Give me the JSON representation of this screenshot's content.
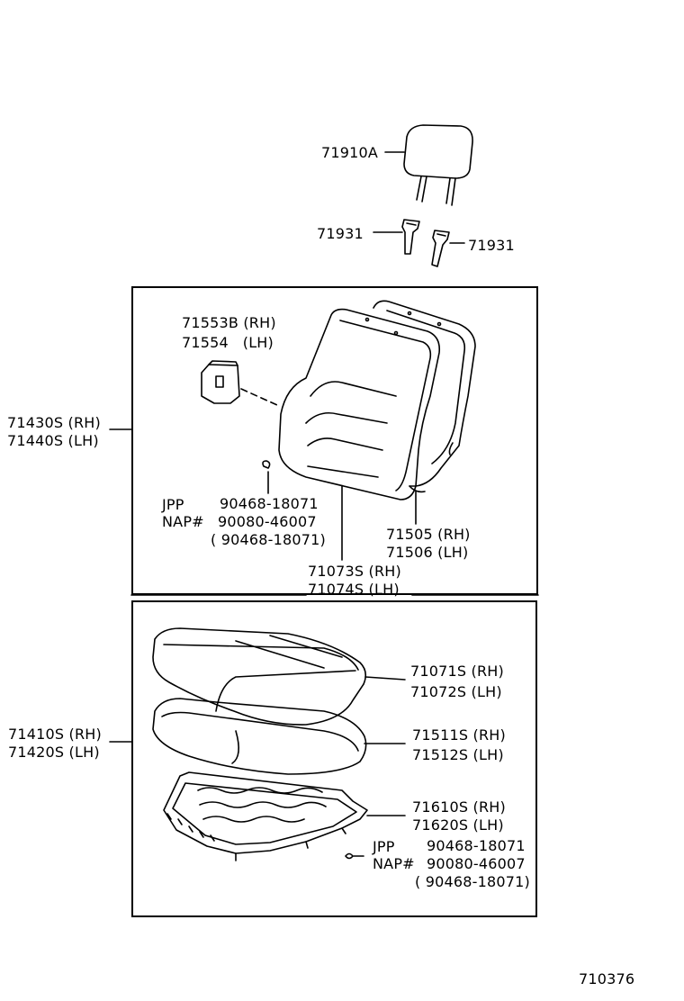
{
  "headrest": {
    "part": "71910A",
    "support_left": "71931",
    "support_right": "71931"
  },
  "seatback": {
    "assy_rh": "71430S (RH)",
    "assy_lh": "71440S (LH)",
    "cover_rh": "71553B (RH)",
    "cover_lh": "71554   (LH)",
    "clip_jpp": "JPP",
    "clip_nap": "NAP#",
    "clip_part_1": "90468-18071",
    "clip_part_2": "90080-46007",
    "clip_part_3": "( 90468-18071)",
    "pad_rh": "71505 (RH)",
    "pad_lh": "71506 (LH)",
    "cover2_rh": "71073S (RH)",
    "cover2_lh": "71074S (LH)"
  },
  "cushion": {
    "assy_rh": "71410S (RH)",
    "assy_lh": "71420S (LH)",
    "cover_rh": "71071S (RH)",
    "cover_lh": "71072S (LH)",
    "pad_rh": "71511S (RH)",
    "pad_lh": "71512S (LH)",
    "frame_rh": "71610S (RH)",
    "frame_lh": "71620S (LH)",
    "clip_jpp": "JPP",
    "clip_nap": "NAP#",
    "clip_part_1": "90468-18071",
    "clip_part_2": "90080-46007",
    "clip_part_3": "( 90468-18071)"
  },
  "figure_number": "710376"
}
